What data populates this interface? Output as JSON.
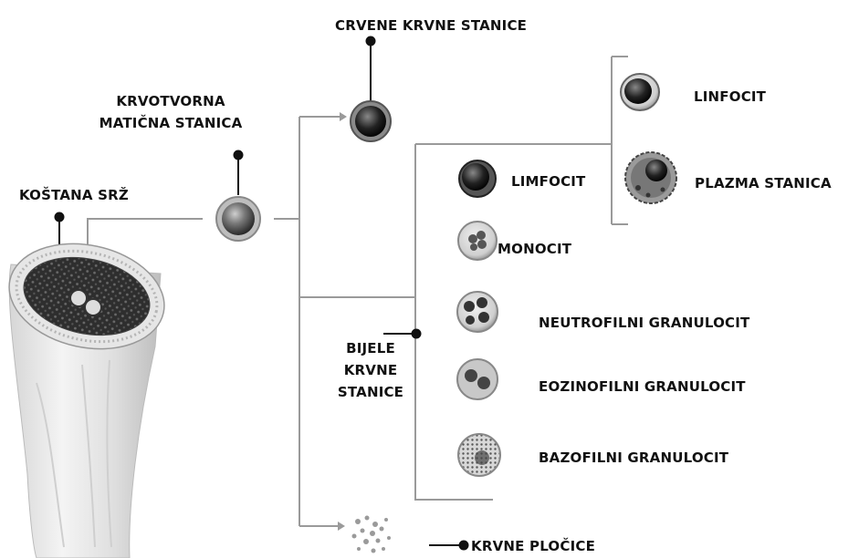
{
  "labels": {
    "red_blood_cells": "CRVENE KRVNE STANICE",
    "stem_cell_line1": "KRVOTVORNA",
    "stem_cell_line2": "MATIČNA STANICA",
    "bone_marrow": "KOŠTANA SRŽ",
    "lymphocyte_top": "LINFOCIT",
    "plasma_cell": "PLAZMA STANICA",
    "lymphocyte": "LIMFOCIT",
    "monocyte": "MONOCIT",
    "neutrophil": "NEUTROFILNI GRANULOCIT",
    "eosinophil": "EOZINOFILNI GRANULOCIT",
    "basophil": "BAZOFILNI GRANULOCIT",
    "white_line1": "BIJELE",
    "white_line2": "KRVNE",
    "white_line3": "STANICE",
    "platelets": "KRVNE PLOČICE"
  },
  "colors": {
    "line": "#9a9a9a",
    "marker": "#111111",
    "text": "#111111"
  },
  "icons": {
    "bone": "bone-cross-section-icon",
    "stem_cell": "stem-cell-icon",
    "red_cell": "red-blood-cell-icon",
    "platelets": "platelets-icon"
  }
}
